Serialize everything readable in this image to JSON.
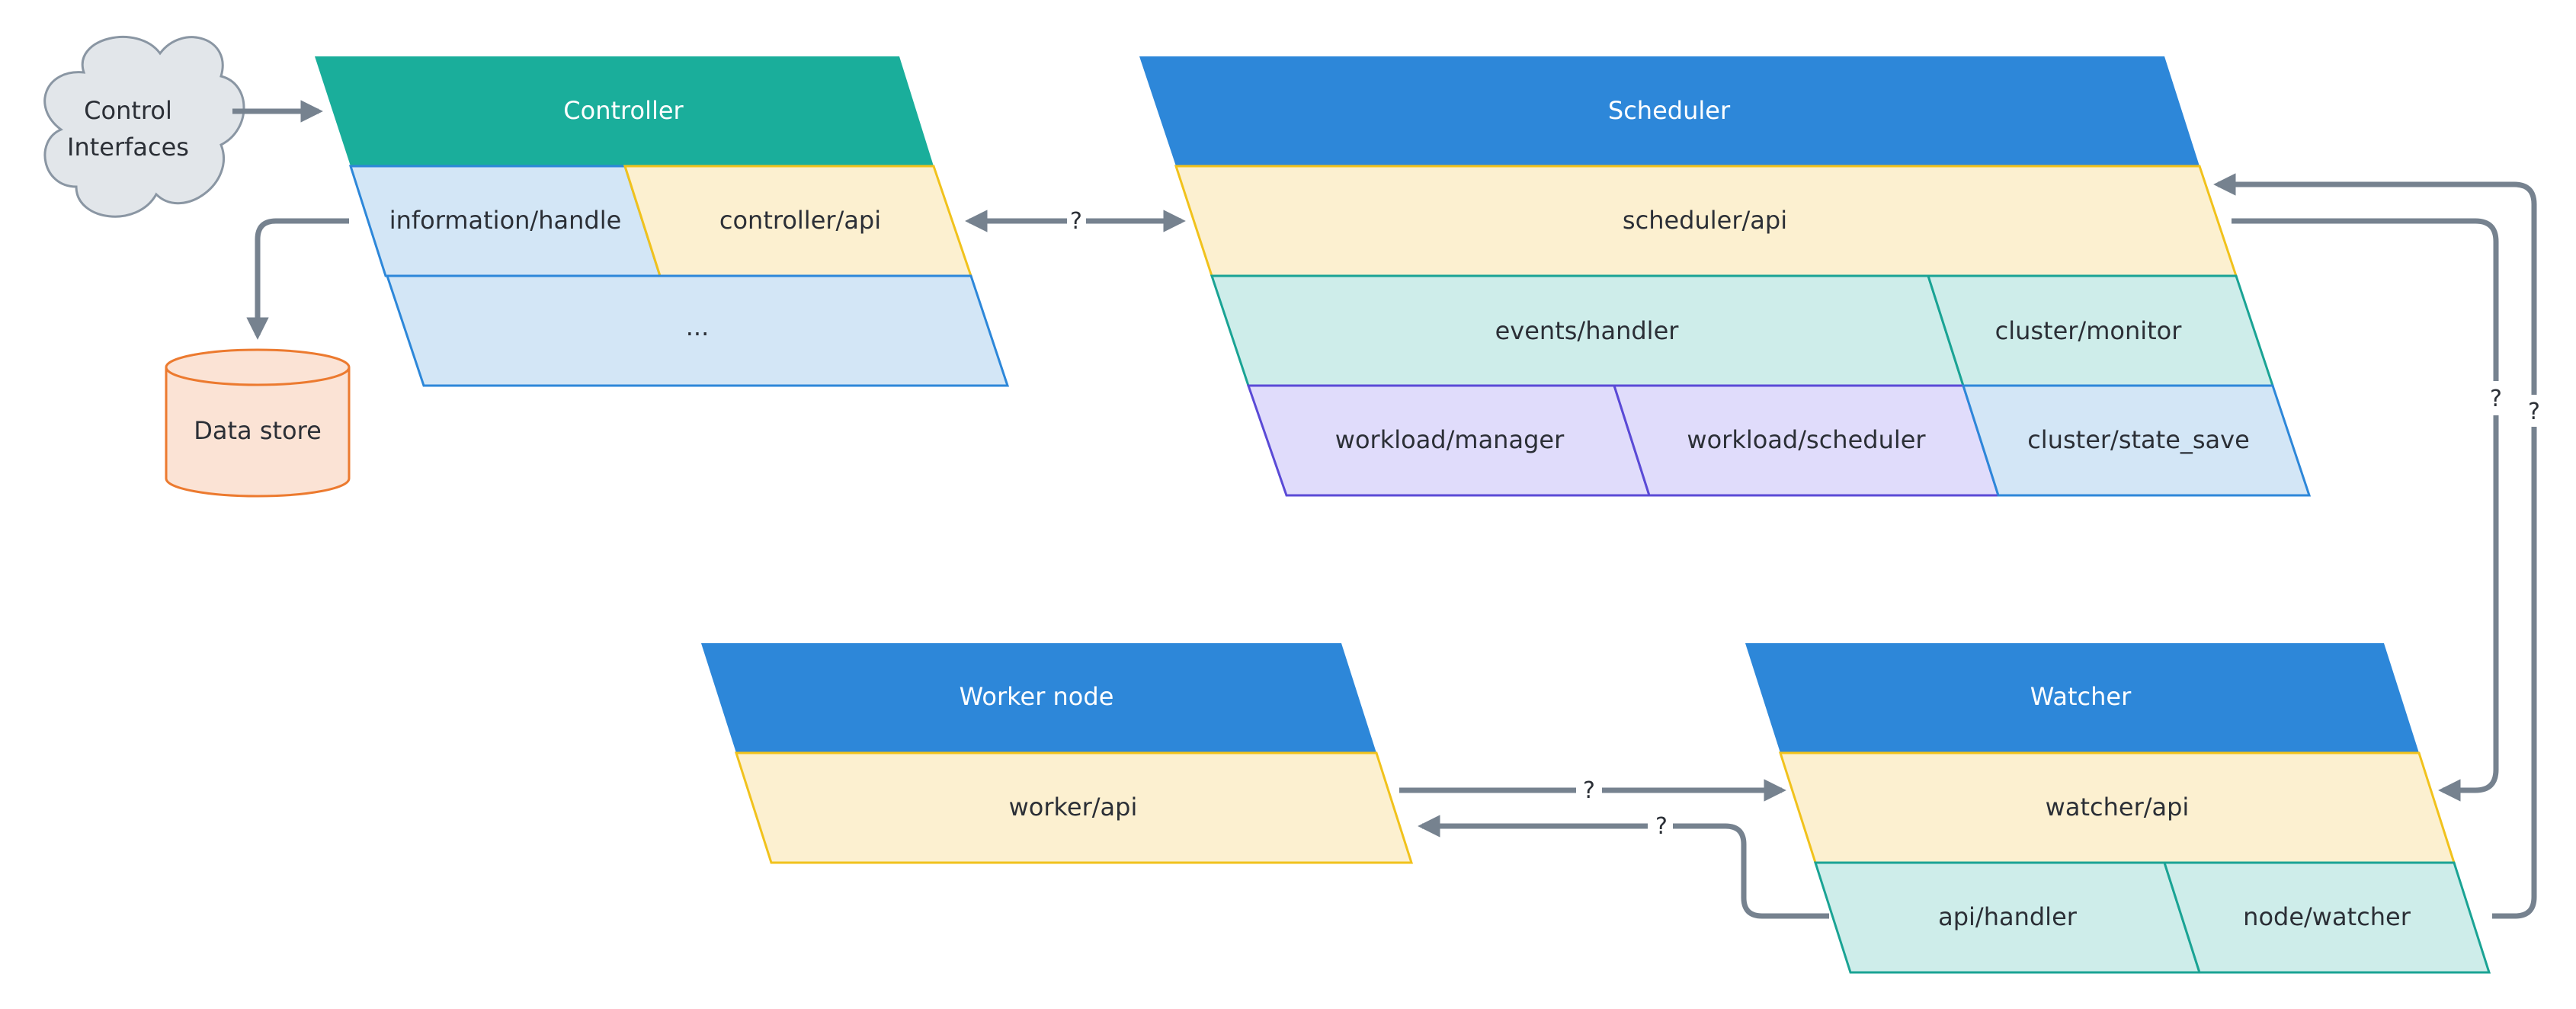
{
  "colors": {
    "header_blue": "#2d87d9",
    "header_teal": "#1aae9b",
    "api_fill": "#fcf0d0",
    "api_stroke": "#f1c21c",
    "teal_fill": "#ceedea",
    "teal_stroke": "#1aa394",
    "blue_fill": "#d3e6f6",
    "blue_stroke": "#2d87d9",
    "purple_fill": "#e0dcfb",
    "purple_stroke": "#5a4ad6",
    "store_fill": "#fbe3d5",
    "store_stroke": "#ec7a2f",
    "cloud_fill": "#e2e6ea",
    "cloud_stroke": "#8a96a3",
    "arrow": "#76828f"
  },
  "control_interfaces": {
    "line1": "Control",
    "line2": "Interfaces"
  },
  "data_store": "Data store",
  "controller": {
    "title": "Controller",
    "info_handle": "information/handle",
    "api": "controller/api",
    "more": "..."
  },
  "scheduler": {
    "title": "Scheduler",
    "api": "scheduler/api",
    "events_handler": "events/handler",
    "cluster_monitor": "cluster/monitor",
    "workload_manager": "workload/manager",
    "workload_scheduler": "workload/scheduler",
    "cluster_state_save": "cluster/state_save"
  },
  "worker": {
    "title": "Worker node",
    "api": "worker/api"
  },
  "watcher": {
    "title": "Watcher",
    "api": "watcher/api",
    "api_handler": "api/handler",
    "node_watcher": "node/watcher"
  },
  "edge_labels": {
    "controller_scheduler": "?",
    "scheduler_watcher_inner": "?",
    "scheduler_watcher_outer": "?",
    "worker_to_watcher": "?",
    "watcher_to_worker": "?"
  }
}
